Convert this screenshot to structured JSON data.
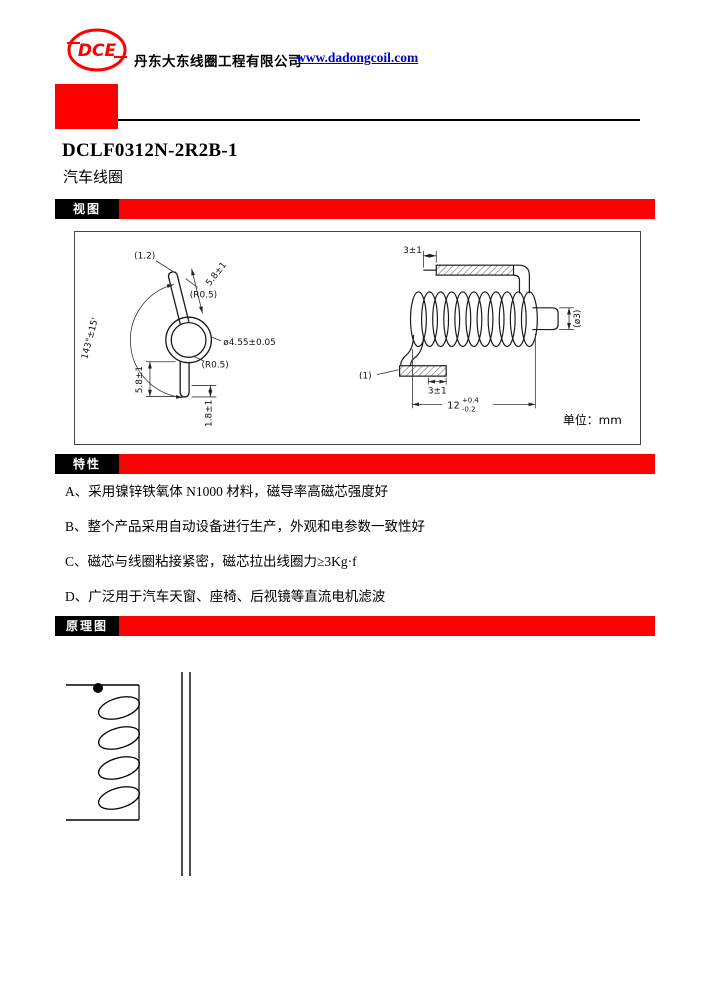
{
  "header": {
    "logo_text": "DCE",
    "company_name": "丹东大东线圈工程有限公司",
    "website": "www.dadongcoil.com"
  },
  "product": {
    "model": "DCLF0312N-2R2B-1",
    "name": "汽车线圈"
  },
  "sections": {
    "view": "视图",
    "features": "特性",
    "schematic": "原理图"
  },
  "drawing": {
    "unit": "单位：mm",
    "left": {
      "lead_width": "(1.2)",
      "upper_len": "5.8±1",
      "upper_r": "(R0.5)",
      "angle": "143°±15'",
      "dia": "ø4.55±0.05",
      "lower_r": "(R0.5)",
      "lower_len": "5.8±1",
      "tip_len": "1.8±1"
    },
    "right": {
      "top_tip": "3±1",
      "core_dia": "(ø3)",
      "bend": "(1)",
      "bottom_tip": "3±1",
      "body_len": "12",
      "tol_plus": "+0.4",
      "tol_minus": "-0.2"
    }
  },
  "features": [
    "A、采用镍锌铁氧体 N1000 材料，磁导率高磁芯强度好",
    "B、整个产品采用自动设备进行生产，外观和电参数一致性好",
    "C、磁芯与线圈粘接紧密，磁芯拉出线圈力≥3Kg·f",
    "D、广泛用于汽车天窗、座椅、后视镜等直流电机滤波"
  ]
}
